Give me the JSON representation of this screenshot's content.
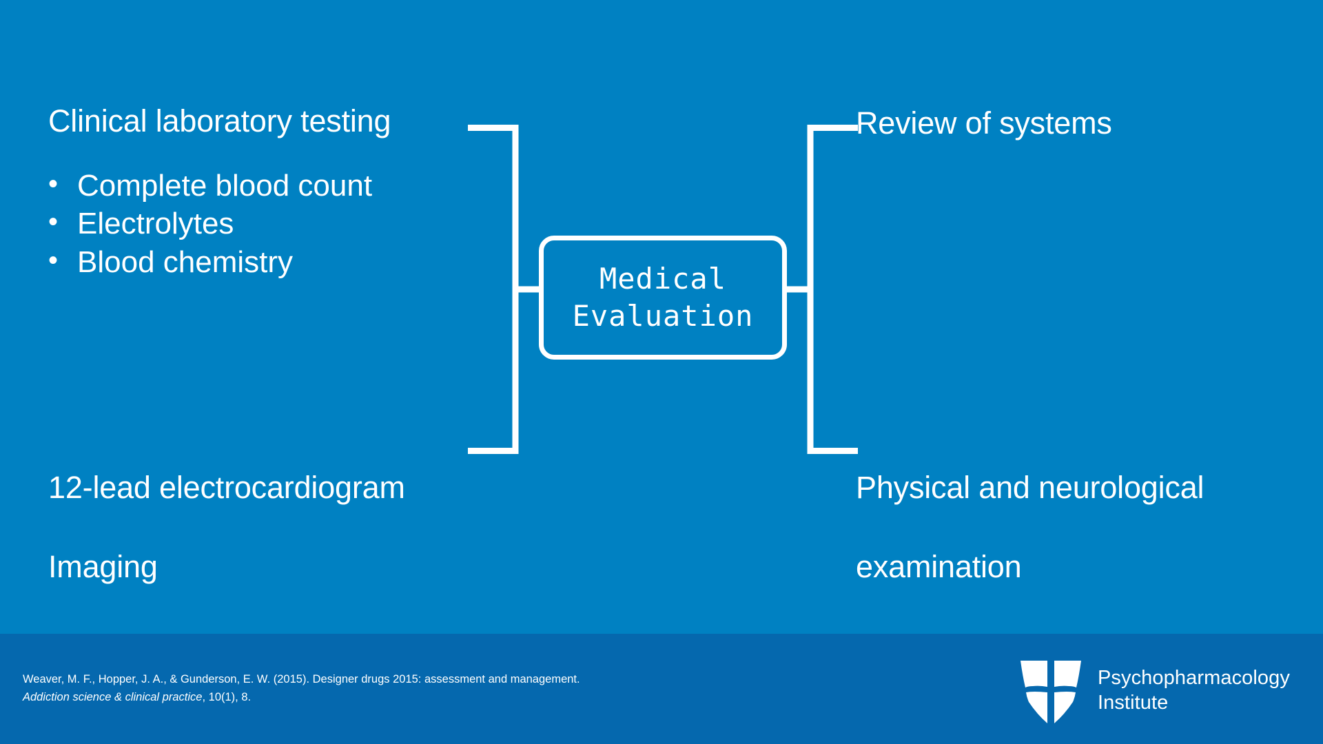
{
  "slide": {
    "background_color": "#0081c2",
    "footer_background_color": "#0568ae",
    "text_color": "#ffffff"
  },
  "center": {
    "line1": "Medical",
    "line2": "Evaluation"
  },
  "left": {
    "title": "Clinical laboratory testing",
    "bullets": [
      "Complete blood count",
      "Electrolytes",
      "Blood chemistry"
    ],
    "bullet_glyph": "•",
    "bottom_line1": "12-lead electrocardiogram",
    "bottom_line2": "Imaging"
  },
  "right": {
    "title": "Review of systems",
    "bottom_line1": "Physical and neurological",
    "bottom_line2": "examination"
  },
  "footer": {
    "citation_line1": "Weaver, M. F., Hopper, J. A., & Gunderson, E. W. (2015). Designer drugs 2015: assessment and management.",
    "citation_line2_italic": "Addiction science & clinical practice",
    "citation_line2_rest": ", 10(1), 8.",
    "logo_line1": "Psychopharmacology",
    "logo_line2": "Institute"
  }
}
